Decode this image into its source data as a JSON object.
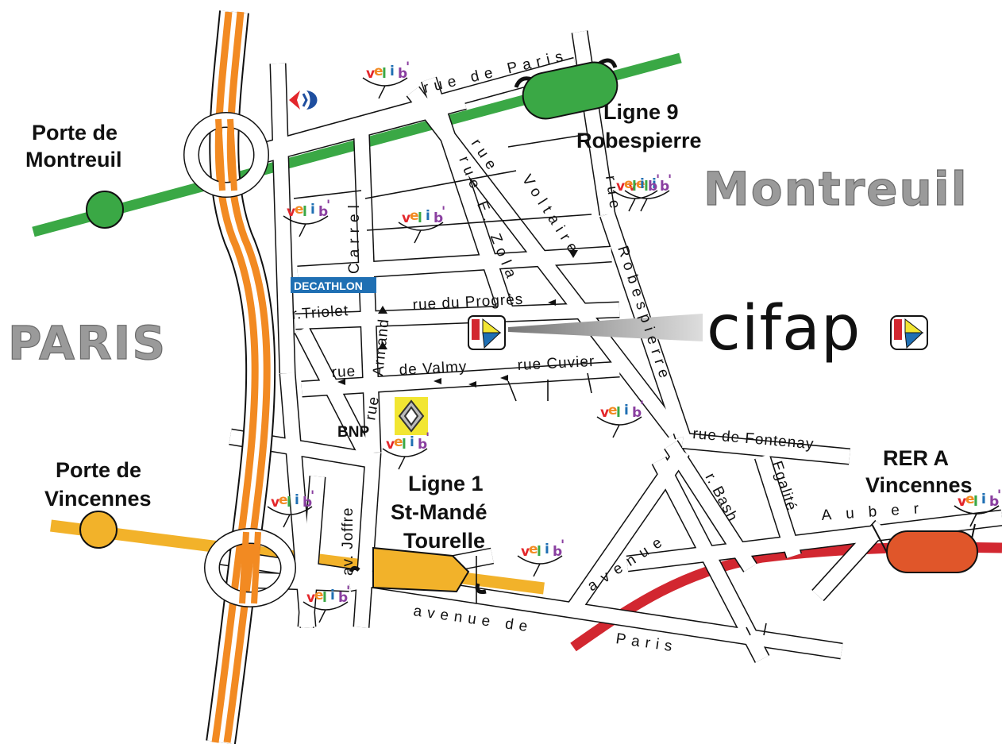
{
  "districts": {
    "paris": "PARIS",
    "montreuil": "Montreuil"
  },
  "portes": {
    "montreuil_l1": "Porte de",
    "montreuil_l2": "Montreuil",
    "vincennes_l1": "Porte de",
    "vincennes_l2": "Vincennes"
  },
  "stations": {
    "ligne9_l1": "Ligne 9",
    "ligne9_l2": "Robespierre",
    "ligne1_l1": "Ligne 1",
    "ligne1_l2": "St-Mandé",
    "ligne1_l3": "Tourelle",
    "rer_l1": "RER A",
    "rer_l2": "Vincennes"
  },
  "streets": {
    "rue_de_paris": "rue de Paris",
    "rue_voltaire_a": "rue",
    "rue_voltaire_b": "Voltaire",
    "rue_zola": "rue E. Zola",
    "rue_robespierre_a": "rue",
    "rue_robespierre_b": "Robespierre",
    "rue_carrel": "Carrel",
    "rue_progres": "rue du  Progrès",
    "r_triolet": "r.Triolet",
    "rue_armand_a": "rue",
    "rue_armand_b": "Armand",
    "rue_valmy": "de Valmy",
    "rue_cuvier": "rue Cuvier",
    "rue_fontenay": "rue de Fontenay",
    "r_bash": "r. Bash",
    "egalite": "Egalité",
    "auber": "Auber",
    "avenue_diag": "avenue",
    "av_joffre": "av. Joffre",
    "avenue_de": "avenue de",
    "paris_street": "Paris"
  },
  "landmarks": {
    "decathlon": "DECATHLON",
    "bnp": "BNP",
    "cifap": "cifap"
  },
  "velib": {
    "label": "velib",
    "count": 12
  },
  "colors": {
    "ligne9_green": "#3aa845",
    "ligne1_yellow": "#f2b22a",
    "rer_red": "#d22730",
    "rer_orange": "#e0562a",
    "peripherique_orange": "#f28a22",
    "decathlon_blue": "#1f6fb3",
    "renault_yellow": "#f2e632",
    "carrefour_red": "#e3262b",
    "carrefour_blue": "#1e4e9f",
    "district_grey": "#9a9a9a"
  },
  "icons": [
    "carrefour-logo",
    "renault-logo",
    "cifap-logo",
    "velib-sign",
    "metro-station-circle",
    "one-way-arrow"
  ]
}
